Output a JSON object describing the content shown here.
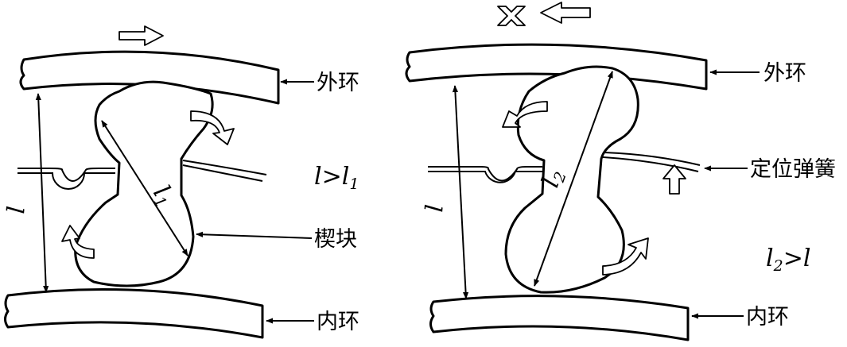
{
  "left": {
    "outer_ring_label": "外环",
    "inner_ring_label": "内环",
    "wedge_label": "楔块",
    "dimension_l": "l",
    "dimension_l1_base": "l",
    "dimension_l1_sub": "1",
    "relation_a": "l",
    "relation_op": ">",
    "relation_b": "l",
    "relation_b_sub": "1"
  },
  "right": {
    "outer_ring_label": "外环",
    "inner_ring_label": "内环",
    "spring_label": "定位弹簧",
    "dimension_l": "l",
    "dimension_l2_base": "l",
    "dimension_l2_sub": "2",
    "relation_a": "l",
    "relation_a_sub": "2",
    "relation_op": ">",
    "relation_b": "l"
  },
  "colors": {
    "stroke": "#000000",
    "background": "#ffffff"
  },
  "icons": [
    "hollow-arrow-right-icon",
    "hollow-arrow-left-icon",
    "cross-icon",
    "hollow-arrow-up-icon",
    "curved-arrow-icon"
  ]
}
